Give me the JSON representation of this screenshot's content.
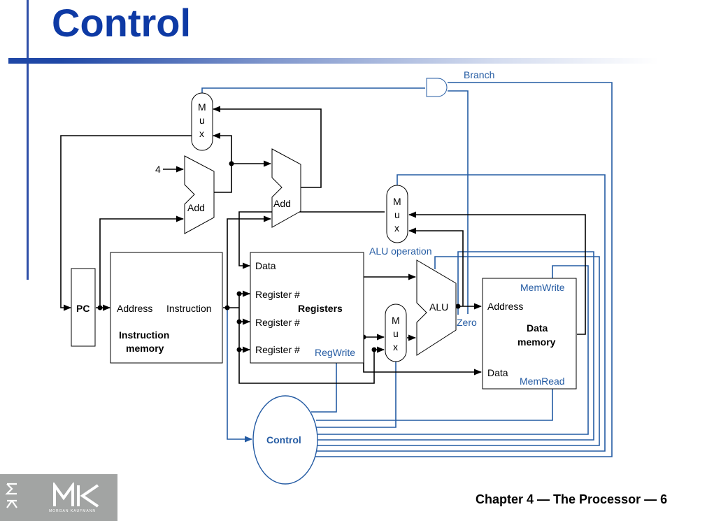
{
  "slide": {
    "title": "Control",
    "footer": "Chapter 4 — The Processor — 6",
    "logo_text": "MORGAN KAUFMANN"
  },
  "diagram": {
    "pc": "PC",
    "instruction_memory": {
      "address": "Address",
      "instruction": "Instruction",
      "name_line1": "Instruction",
      "name_line2": "memory"
    },
    "four": "4",
    "add1": "Add",
    "add2": "Add",
    "mux_letters": [
      "M",
      "u",
      "x"
    ],
    "registers": {
      "data": "Data",
      "reg1": "Register #",
      "reg2": "Register #",
      "reg3": "Register #",
      "name": "Registers",
      "regwrite": "RegWrite"
    },
    "alu": "ALU",
    "alu_operation": "ALU operation",
    "zero": "Zero",
    "branch": "Branch",
    "data_memory": {
      "address": "Address",
      "data": "Data",
      "name_line1": "Data",
      "name_line2": "memory",
      "memwrite": "MemWrite",
      "memread": "MemRead"
    },
    "control": "Control",
    "colors": {
      "wire": "#000000",
      "control_wire": "#245ba3",
      "title": "#0e3aa5"
    }
  }
}
